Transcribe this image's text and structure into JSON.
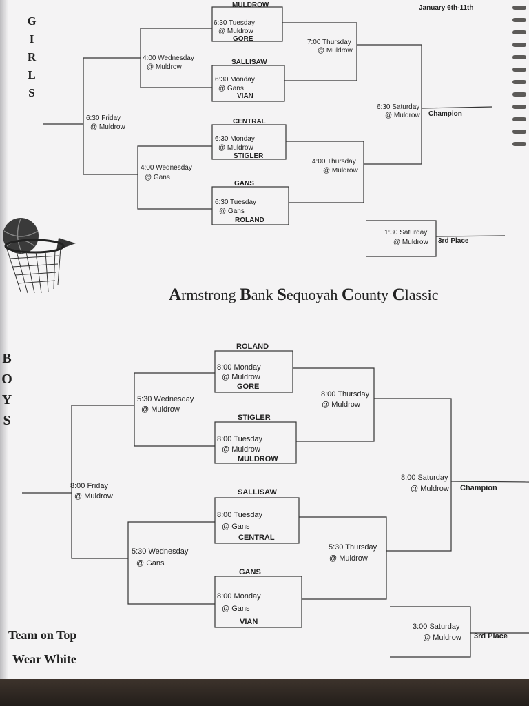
{
  "header": {
    "date_range": "January 6th-11th"
  },
  "title": {
    "part1": "A",
    "part1b": "rmstrong ",
    "part2": "B",
    "part2b": "ank ",
    "part3": "S",
    "part3b": "equoyah ",
    "part4": "C",
    "part4b": "ounty ",
    "part5": "C",
    "part5b": "lassic"
  },
  "girls": {
    "label_letters": [
      "G",
      "I",
      "R",
      "L",
      "S"
    ],
    "teams": [
      "MULDROW",
      "GORE",
      "SALLISAW",
      "VIAN",
      "CENTRAL",
      "STIGLER",
      "GANS",
      "ROLAND"
    ],
    "r1": [
      {
        "time": "6:30 Tuesday",
        "loc": "@ Muldrow"
      },
      {
        "time": "6:30 Monday",
        "loc": "@ Gans"
      },
      {
        "time": "6:30 Monday",
        "loc": "@ Muldrow"
      },
      {
        "time": "6:30 Tuesday",
        "loc": "@ Gans"
      }
    ],
    "semi_losers": [
      {
        "time": "4:00 Wednesday",
        "loc": "@ Muldrow"
      },
      {
        "time": "4:00 Wednesday",
        "loc": "@ Gans"
      }
    ],
    "semis": [
      {
        "time": "7:00 Thursday",
        "loc": "@ Muldrow"
      },
      {
        "time": "4:00 Thursday",
        "loc": "@ Muldrow"
      }
    ],
    "consolation": {
      "time": "6:30 Friday",
      "loc": "@ Muldrow"
    },
    "final": {
      "time": "6:30 Saturday",
      "loc": "@ Muldrow",
      "label": "Champion"
    },
    "third": {
      "time": "1:30 Saturday",
      "loc": "@ Muldrow",
      "label": "3rd Place"
    }
  },
  "boys": {
    "label_letters": [
      "B",
      "O",
      "Y",
      "S"
    ],
    "teams": [
      "ROLAND",
      "GORE",
      "STIGLER",
      "MULDROW",
      "SALLISAW",
      "CENTRAL",
      "GANS",
      "VIAN"
    ],
    "r1": [
      {
        "time": "8:00 Monday",
        "loc": "@ Muldrow"
      },
      {
        "time": "8:00 Tuesday",
        "loc": "@ Muldrow"
      },
      {
        "time": "8:00 Tuesday",
        "loc": "@ Gans"
      },
      {
        "time": "8:00 Monday",
        "loc": "@ Gans"
      }
    ],
    "semi_losers": [
      {
        "time": "5:30 Wednesday",
        "loc": "@ Muldrow"
      },
      {
        "time": "5:30 Wednesday",
        "loc": "@ Gans"
      }
    ],
    "semis": [
      {
        "time": "8:00 Thursday",
        "loc": "@ Muldrow"
      },
      {
        "time": "5:30 Thursday",
        "loc": "@ Muldrow"
      }
    ],
    "consolation": {
      "time": "8:00 Friday",
      "loc": "@ Muldrow"
    },
    "final": {
      "time": "8:00 Saturday",
      "loc": "@ Muldrow",
      "label": "Champion"
    },
    "third": {
      "time": "3:00 Saturday",
      "loc": "@ Muldrow",
      "label": "3rd Place"
    }
  },
  "notes": {
    "line1": "Team on Top",
    "line2": "Wear White"
  },
  "icons": {
    "basketball": "basketball-hoop-icon"
  }
}
